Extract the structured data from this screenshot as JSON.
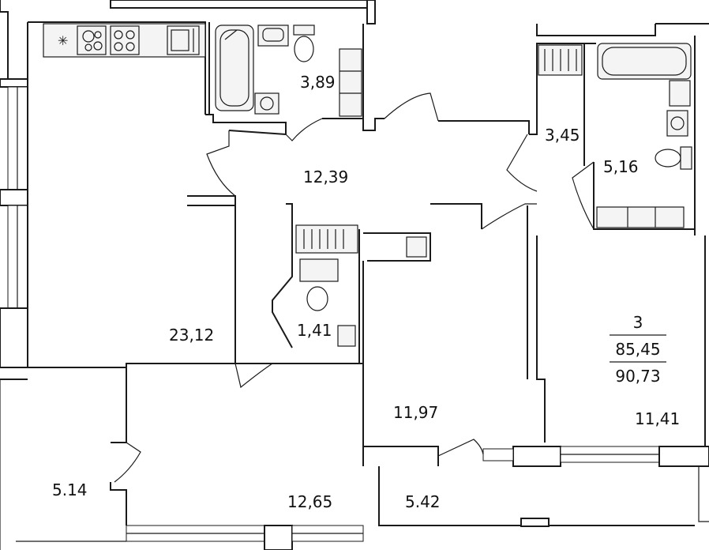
{
  "rooms": {
    "kitchen_living": "23,12",
    "hall": "12,39",
    "bath_main": "3,89",
    "wardrobe": "3,45",
    "bath_second": "5,16",
    "wc": "1,41",
    "bedroom_left": "12,65",
    "bedroom_middle": "11,97",
    "bedroom_right": "11,41",
    "loggia_left": "5.14",
    "loggia_right": "5.42"
  },
  "summary": {
    "room_count": "3",
    "living_area": "85,45",
    "total_area": "90,73"
  }
}
